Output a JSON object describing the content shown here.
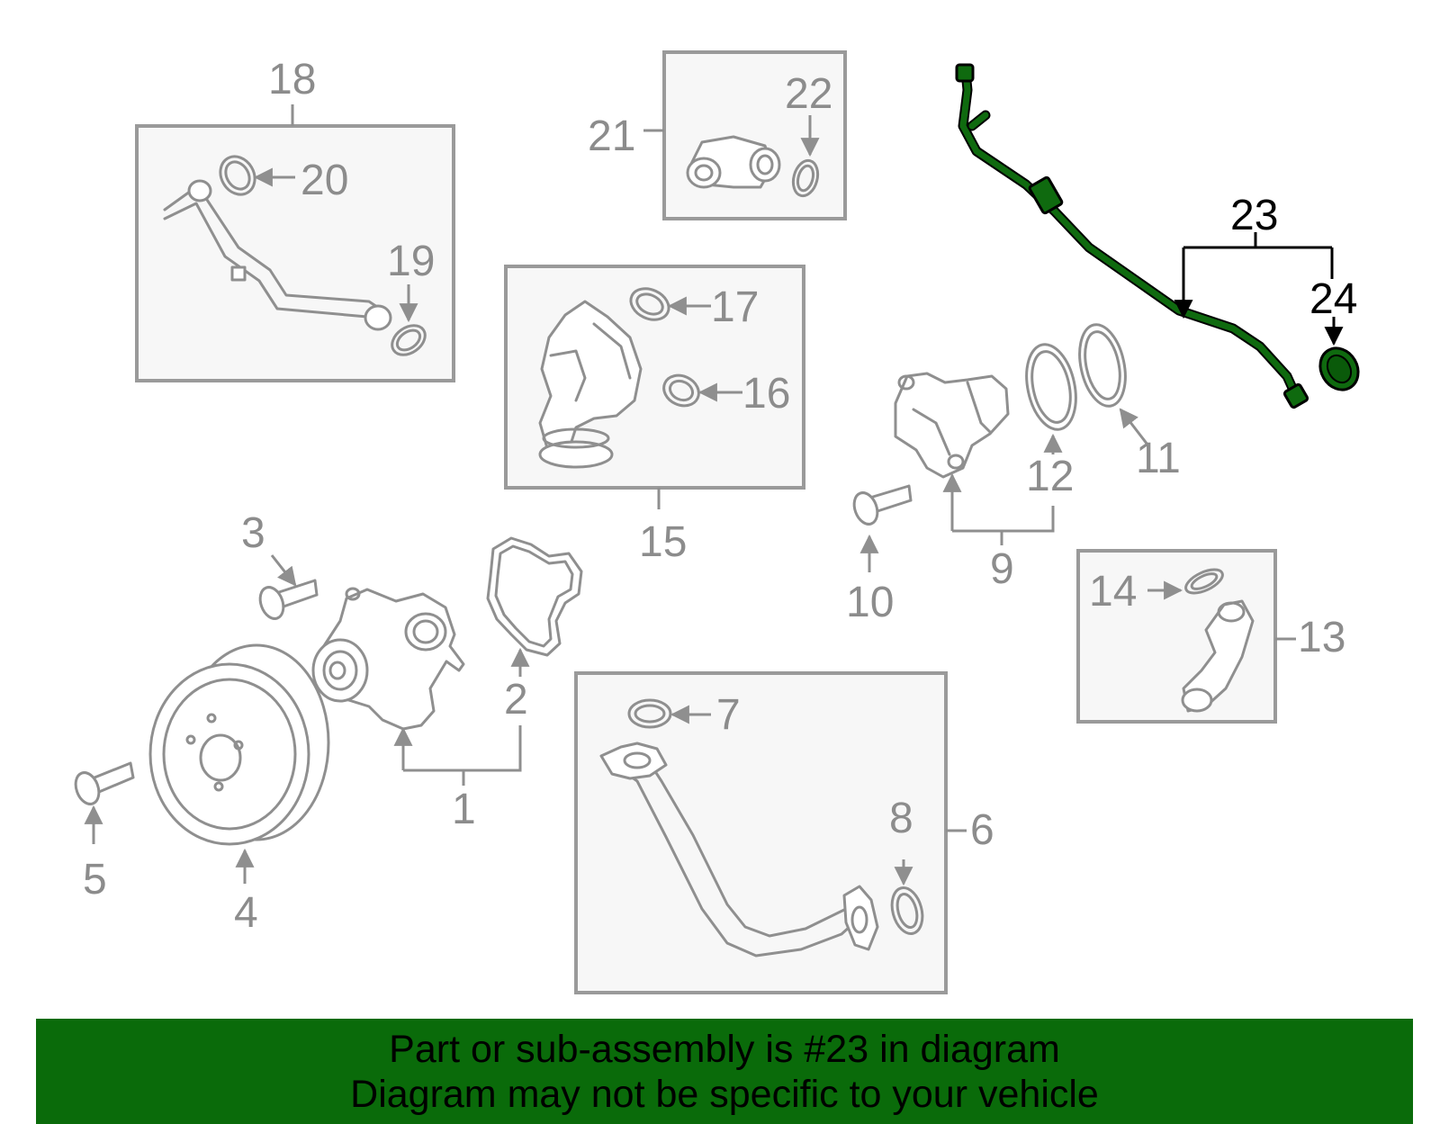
{
  "diagram": {
    "callouts": {
      "c1": "1",
      "c2": "2",
      "c3": "3",
      "c4": "4",
      "c5": "5",
      "c6": "6",
      "c7": "7",
      "c8": "8",
      "c9": "9",
      "c10": "10",
      "c11": "11",
      "c12": "12",
      "c13": "13",
      "c14": "14",
      "c15": "15",
      "c16": "16",
      "c17": "17",
      "c18": "18",
      "c19": "19",
      "c20": "20",
      "c21": "21",
      "c22": "22",
      "c23": "23",
      "c24": "24"
    },
    "highlighted_part": "23",
    "colors": {
      "highlight": "#0f6a0f",
      "banner": "#0a6b0a",
      "part_line": "#8f8f8f",
      "box_fill": "#f7f7f7"
    }
  },
  "banner": {
    "line1": "Part or sub-assembly is #23 in diagram",
    "line2": "Diagram may not be specific to your vehicle"
  }
}
